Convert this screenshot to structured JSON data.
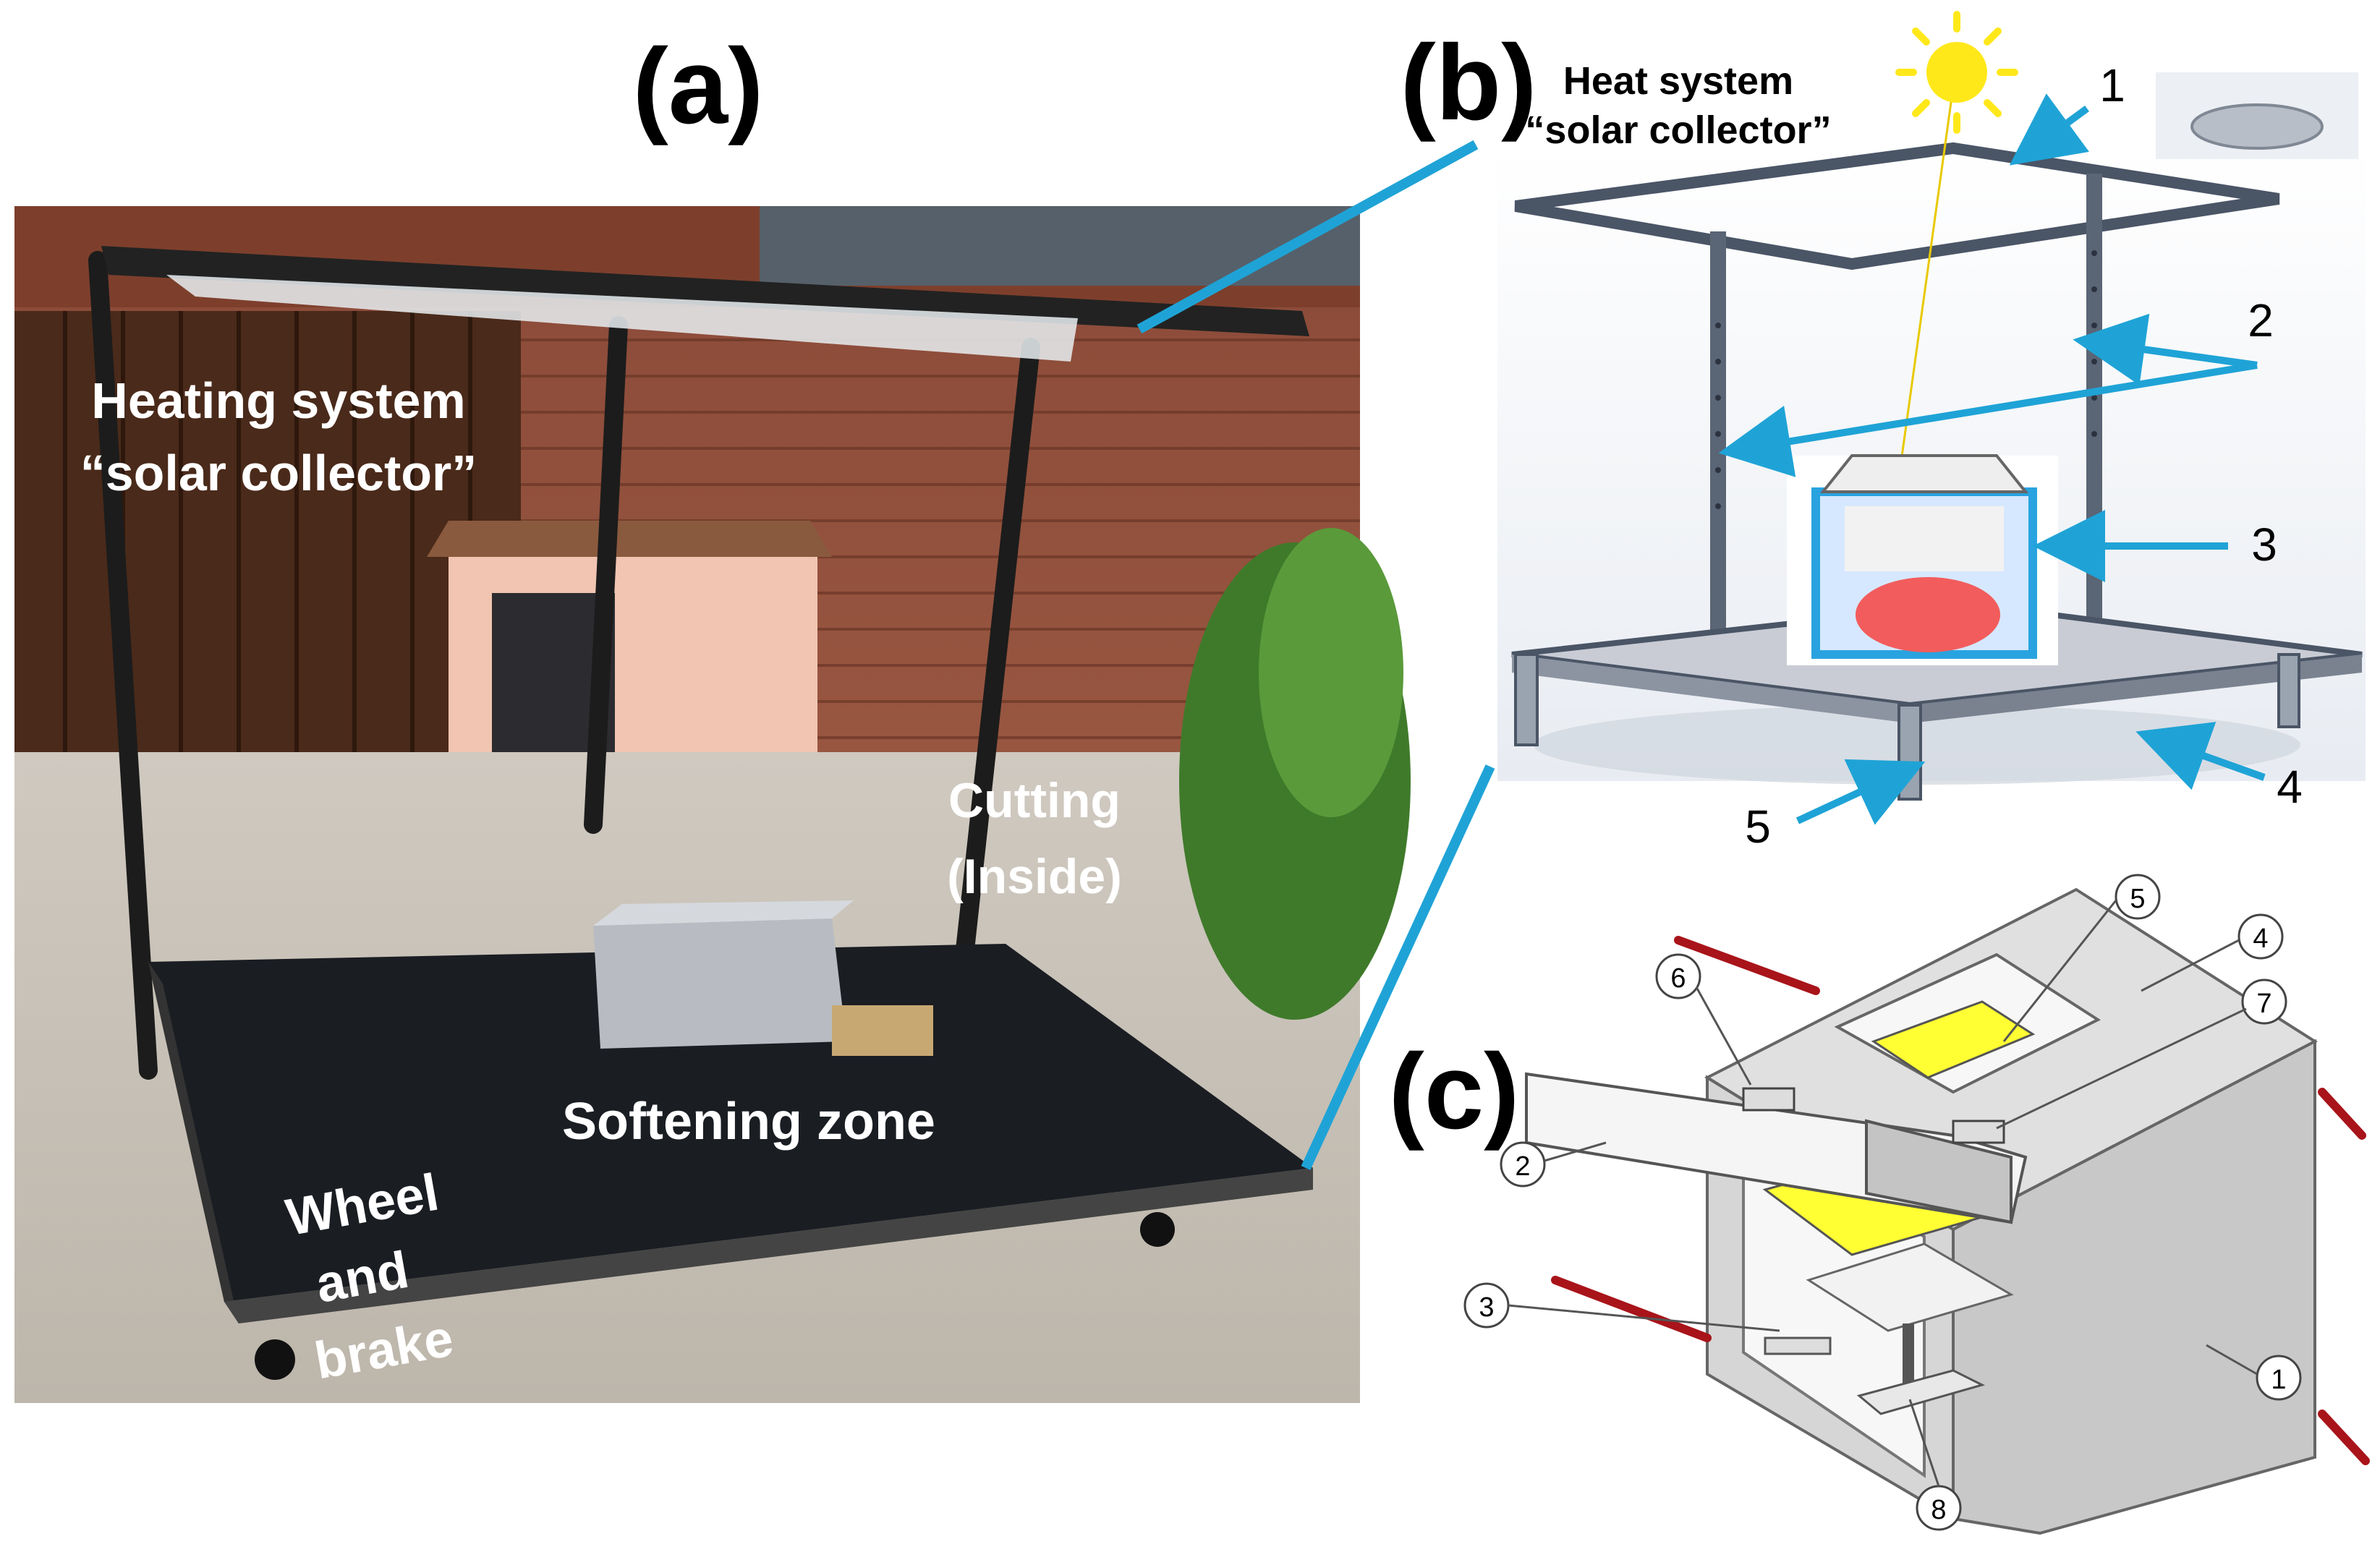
{
  "panels": {
    "a": {
      "letter": "(a)"
    },
    "b": {
      "letter": "(b)"
    },
    "c": {
      "letter": "(c)"
    }
  },
  "photo_labels": {
    "heating_line1": "Heating system",
    "heating_line2": "“solar collector”",
    "cutting_line1": "Cutting",
    "cutting_line2": "(Inside)",
    "softening": "Softening zone",
    "wheel_line1": "Wheel",
    "wheel_line2": "and",
    "wheel_line3": "brake"
  },
  "diagram_b": {
    "heat_line1": "Heat system",
    "heat_line2": "“solar collector”",
    "callouts": [
      "1",
      "2",
      "3",
      "4",
      "5"
    ]
  },
  "diagram_c": {
    "callouts": [
      "1",
      "2",
      "3",
      "4",
      "5",
      "6",
      "7",
      "8"
    ]
  },
  "colors": {
    "connector": "#1fa3d6",
    "callout_arrow": "#1fa3d6",
    "red_rod": "#a8141a",
    "yellow_pad": "#ffff33",
    "red_disc": "#f25c5c",
    "box_gray": "#d9d9d9",
    "sun": "#ffe81a"
  }
}
